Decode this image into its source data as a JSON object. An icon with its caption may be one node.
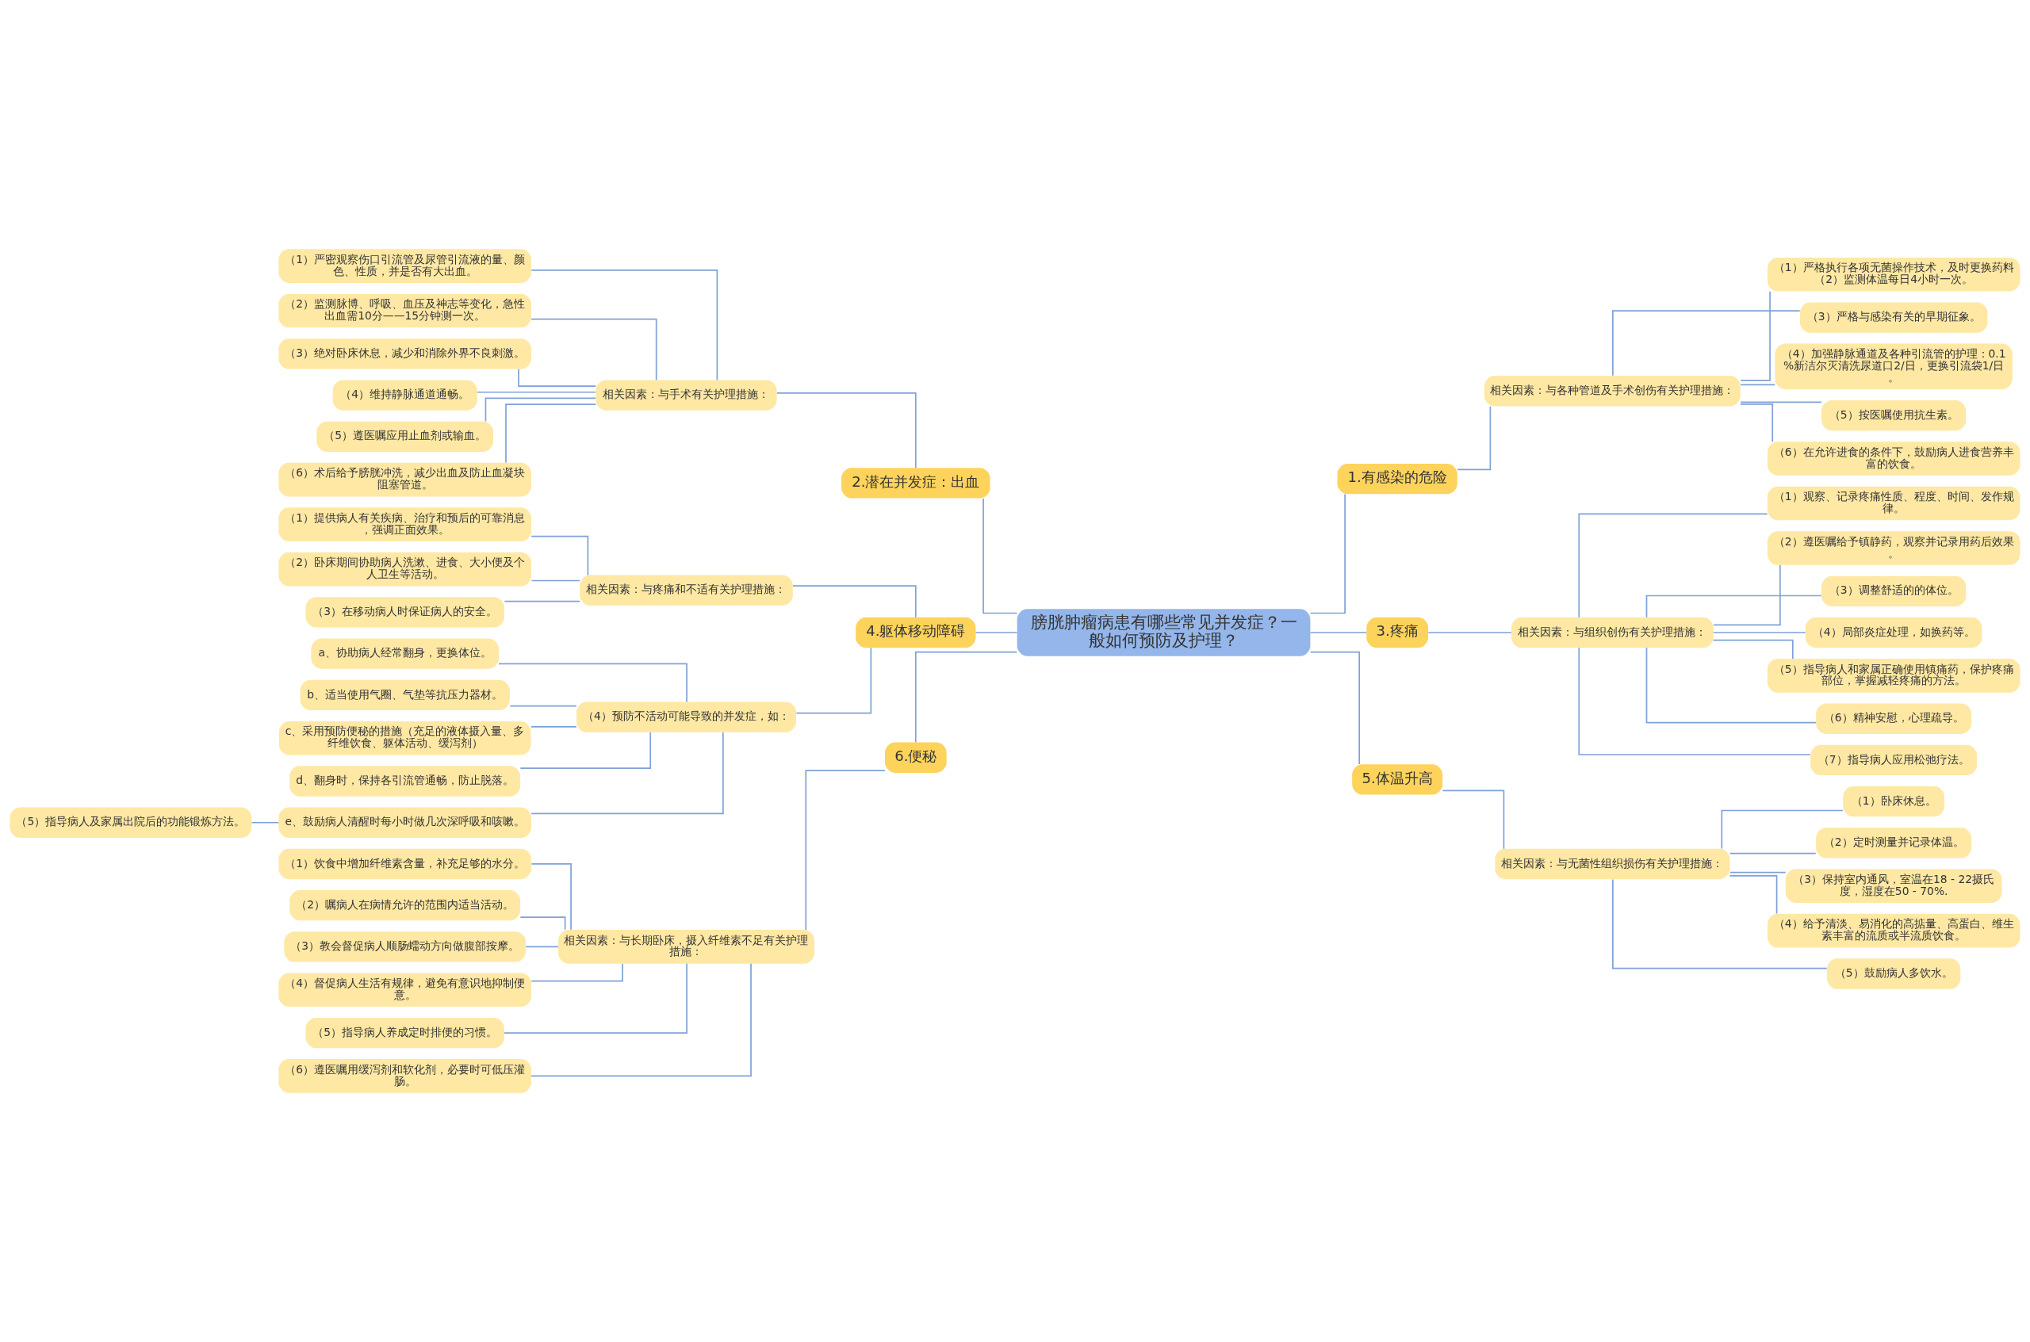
{
  "diagram": {
    "nodes": [
      {
        "text": [
          "膀胱肿瘤病患有哪些常见并发症？一般如何预防及护理？"
        ]
      },
      {
        "text": [
          "1.有感染的危险"
        ]
      },
      {
        "text": [
          "相关因素：与各种管道及手术创伤有关护理措施："
        ]
      },
      {
        "text": [
          "（1）严格执行各项无菌操作技术，及时更换药料（2）监测体温每日4小时一次。"
        ]
      },
      {
        "text": [
          "（3）严格与感染有关的早期征象。"
        ]
      },
      {
        "text": [
          "（4）加强静脉通道及各种引流管的护理：0.1%新洁尔灭清洗尿道口2/日，更换引流袋1/日。"
        ]
      },
      {
        "text": [
          "（5）按医嘱使用抗生素。"
        ]
      },
      {
        "text": [
          "（6）在允许进食的条件下，鼓励病人进食营养丰富的饮食。"
        ]
      },
      {
        "text": [
          "2.潜在并发症：出血"
        ]
      },
      {
        "text": [
          "相关因素：与手术有关护理措施："
        ]
      },
      {
        "text": [
          "（1）严密观察伤口引流管及尿管引流液的量、颜色、性质，并是否有大出血。"
        ]
      },
      {
        "text": [
          "（2）监测脉博、呼吸、血压及神志等变化，急性出血需10分——15分钟测一次。"
        ]
      },
      {
        "text": [
          "（3）绝对卧床休息，减少和消除外界不良刺激。"
        ]
      },
      {
        "text": [
          "（4）维持静脉通道通畅。"
        ]
      },
      {
        "text": [
          "（5）遵医嘱应用止血剂或输血。"
        ]
      },
      {
        "text": [
          "（6）术后给予膀胱冲洗，减少出血及防止血凝块阻塞管道。"
        ]
      },
      {
        "text": [
          "3.疼痛"
        ]
      },
      {
        "text": [
          "相关因素：与组织创伤有关护理措施："
        ]
      },
      {
        "text": [
          "（1）观察、记录疼痛性质、程度、时间、发作规律。"
        ]
      },
      {
        "text": [
          "（2）遵医嘱给予镇静药，观察并记录用药后效果。"
        ]
      },
      {
        "text": [
          "（3）调整舒适的的体位。"
        ]
      },
      {
        "text": [
          "（4）局部炎症处理，如换药等。"
        ]
      },
      {
        "text": [
          "（5）指导病人和家属正确使用镇痛药，保护疼痛部位，掌握减轻疼痛的方法。"
        ]
      },
      {
        "text": [
          "（6）精神安慰，心理疏导。"
        ]
      },
      {
        "text": [
          "（7）指导病人应用松弛疗法。"
        ]
      },
      {
        "text": [
          "4.躯体移动障碍"
        ]
      },
      {
        "text": [
          "相关因素：与疼痛和不适有关护理措施："
        ]
      },
      {
        "text": [
          "（1）提供病人有关疾病、治疗和预后的可靠消息，强调正面效果。"
        ]
      },
      {
        "text": [
          "（2）卧床期间协助病人洗漱、进食、大小便及个人卫生等活动。"
        ]
      },
      {
        "text": [
          "（3）在移动病人时保证病人的安全。"
        ]
      },
      {
        "text": [
          "（4）预防不活动可能导致的并发症，如："
        ]
      },
      {
        "text": [
          "a、协助病人经常翻身，更换体位。"
        ]
      },
      {
        "text": [
          "b、适当使用气圈、气垫等抗压力器材。"
        ]
      },
      {
        "text": [
          "c、采用预防便秘的措施（充足的液体摄入量、多纤维饮食、躯体活动、缓泻剂）"
        ]
      },
      {
        "text": [
          "d、翻身时，保持各引流管通畅，防止脱落。"
        ]
      },
      {
        "text": [
          "e、鼓励病人清醒时每小时做几次深呼吸和咳嗽。"
        ]
      },
      {
        "text": [
          "（5）指导病人及家属出院后的功能锻炼方法。"
        ]
      },
      {
        "text": [
          "5.体温升高"
        ]
      },
      {
        "text": [
          "相关因素：与无菌性组织损伤有关护理措施："
        ]
      },
      {
        "text": [
          "（1）卧床休息。"
        ]
      },
      {
        "text": [
          "（2）定时测量并记录体温。"
        ]
      },
      {
        "text": [
          "（3）保持室内通风，室温在18 - 22摄氏度，湿度在50 - 70%."
        ]
      },
      {
        "text": [
          "（4）给予清淡、易消化的高掂量、高蛋白、维生素丰富的流质或半流质饮食。"
        ]
      },
      {
        "text": [
          "（5）鼓励病人多饮水。"
        ]
      },
      {
        "text": [
          "6.便秘"
        ]
      },
      {
        "text": [
          "相关因素：与长期卧床，摄入纤维素不足有关护理措施："
        ]
      },
      {
        "text": [
          "（1）饮食中增加纤维素含量，补充足够的水分。"
        ]
      },
      {
        "text": [
          "（2）嘱病人在病情允许的范围内适当活动。"
        ]
      },
      {
        "text": [
          "（3）教会督促病人顺肠蠕动方向做腹部按摩。"
        ]
      },
      {
        "text": [
          "（4）督促病人生活有规律，避免有意识地抑制便意。"
        ]
      },
      {
        "text": [
          "（5）指导病人养成定时排便的习惯。"
        ]
      },
      {
        "text": [
          "（6）遵医嘱用缓泻剂和软化剂，必要时可低压灌肠。"
        ]
      }
    ],
    "edges": [
      {
        "from": 0,
        "to": 1,
        "arrow": "none"
      },
      {
        "from": 1,
        "to": 2,
        "arrow": "none"
      },
      {
        "from": 2,
        "to": 3,
        "arrow": "none"
      },
      {
        "from": 2,
        "to": 4,
        "arrow": "none"
      },
      {
        "from": 2,
        "to": 5,
        "arrow": "none"
      },
      {
        "from": 2,
        "to": 6,
        "arrow": "none"
      },
      {
        "from": 2,
        "to": 7,
        "arrow": "none"
      },
      {
        "from": 0,
        "to": 8,
        "arrow": "none"
      },
      {
        "from": 8,
        "to": 9,
        "arrow": "none"
      },
      {
        "from": 9,
        "to": 10,
        "arrow": "none"
      },
      {
        "from": 9,
        "to": 11,
        "arrow": "none"
      },
      {
        "from": 9,
        "to": 12,
        "arrow": "none"
      },
      {
        "from": 9,
        "to": 13,
        "arrow": "none"
      },
      {
        "from": 9,
        "to": 14,
        "arrow": "none"
      },
      {
        "from": 9,
        "to": 15,
        "arrow": "none"
      },
      {
        "from": 0,
        "to": 16,
        "arrow": "none"
      },
      {
        "from": 16,
        "to": 17,
        "arrow": "none"
      },
      {
        "from": 17,
        "to": 18,
        "arrow": "none"
      },
      {
        "from": 17,
        "to": 19,
        "arrow": "none"
      },
      {
        "from": 17,
        "to": 20,
        "arrow": "none"
      },
      {
        "from": 17,
        "to": 21,
        "arrow": "none"
      },
      {
        "from": 17,
        "to": 22,
        "arrow": "none"
      },
      {
        "from": 17,
        "to": 23,
        "arrow": "none"
      },
      {
        "from": 17,
        "to": 24,
        "arrow": "none"
      },
      {
        "from": 0,
        "to": 25,
        "arrow": "none"
      },
      {
        "from": 25,
        "to": 26,
        "arrow": "none"
      },
      {
        "from": 26,
        "to": 27,
        "arrow": "none"
      },
      {
        "from": 26,
        "to": 28,
        "arrow": "none"
      },
      {
        "from": 26,
        "to": 29,
        "arrow": "none"
      },
      {
        "from": 25,
        "to": 30,
        "arrow": "none"
      },
      {
        "from": 30,
        "to": 31,
        "arrow": "none"
      },
      {
        "from": 30,
        "to": 32,
        "arrow": "none"
      },
      {
        "from": 30,
        "to": 33,
        "arrow": "none"
      },
      {
        "from": 30,
        "to": 34,
        "arrow": "none"
      },
      {
        "from": 30,
        "to": 35,
        "arrow": "none"
      },
      {
        "from": 35,
        "to": 36,
        "arrow": "none"
      },
      {
        "from": 0,
        "to": 37,
        "arrow": "none"
      },
      {
        "from": 37,
        "to": 38,
        "arrow": "none"
      },
      {
        "from": 38,
        "to": 39,
        "arrow": "none"
      },
      {
        "from": 38,
        "to": 40,
        "arrow": "none"
      },
      {
        "from": 38,
        "to": 41,
        "arrow": "none"
      },
      {
        "from": 38,
        "to": 42,
        "arrow": "none"
      },
      {
        "from": 38,
        "to": 43,
        "arrow": "none"
      },
      {
        "from": 0,
        "to": 44,
        "arrow": "none"
      },
      {
        "from": 44,
        "to": 45,
        "arrow": "none"
      },
      {
        "from": 45,
        "to": 46,
        "arrow": "none"
      },
      {
        "from": 45,
        "to": 47,
        "arrow": "none"
      },
      {
        "from": 45,
        "to": 48,
        "arrow": "none"
      },
      {
        "from": 45,
        "to": 49,
        "arrow": "none"
      },
      {
        "from": 45,
        "to": 50,
        "arrow": "none"
      },
      {
        "from": 45,
        "to": 51,
        "arrow": "none"
      }
    ]
  }
}
